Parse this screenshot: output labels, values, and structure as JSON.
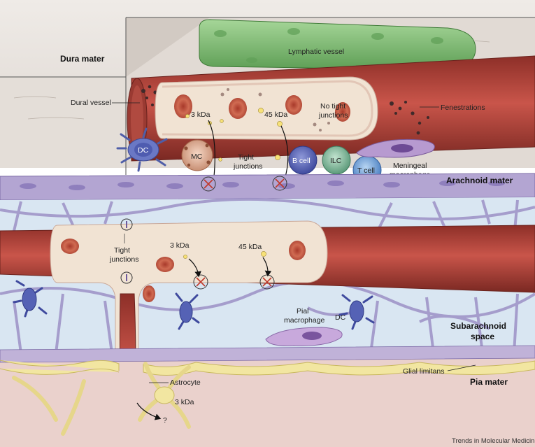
{
  "labels": {
    "dura_mater": "Dura mater",
    "lymphatic_vessel": "Lymphatic vessel",
    "dural_vessel": "Dural vessel",
    "fenestrations": "Fenestrations",
    "kda_3_top": "3 kDa",
    "kda_45_top": "45 kDa",
    "no_tight_junctions_1": "No tight",
    "no_tight_junctions_2": "junctions",
    "dc_top": "DC",
    "mc": "MC",
    "tight_junctions_top_1": "Tight",
    "tight_junctions_top_2": "junctions",
    "b_cell": "B cell",
    "ilc": "ILC",
    "t_cell": "T cell",
    "meningeal_macrophage_1": "Meningeal",
    "meningeal_macrophage_2": "macrophage",
    "arachnoid_mater": "Arachnoid mater",
    "tight_junctions_mid_1": "Tight",
    "tight_junctions_mid_2": "junctions",
    "kda_3_mid": "3 kDa",
    "kda_45_mid": "45 kDa",
    "pial_macrophage_1": "Pial",
    "pial_macrophage_2": "macrophage",
    "dc_mid": "DC",
    "subarachnoid_1": "Subarachnoid",
    "subarachnoid_2": "space",
    "astrocyte": "Astrocyte",
    "kda_3_bottom": "3 kDa",
    "question": "?",
    "glial_limitans": "Glial limitans",
    "pia_mater": "Pia mater",
    "credit": "Trends in Molecular Medicine"
  },
  "colors": {
    "vessel_red": "#b5433b",
    "vessel_dark": "#7e2a25",
    "vessel_lumen": "#f1e3d3",
    "rbc": "#c8553f",
    "lymphatic": "#86c57a",
    "dura_bg": "#e8e3df",
    "arachnoid": "#a99bc7",
    "subarachnoid": "#d7e6f2",
    "pia": "#e8c9c4",
    "glia": "#f2e6a1",
    "b_cell": "#5865b8",
    "ilc": "#7fb59b",
    "t_cell": "#6d9fd4",
    "macrophage": "#9b6fb5"
  }
}
